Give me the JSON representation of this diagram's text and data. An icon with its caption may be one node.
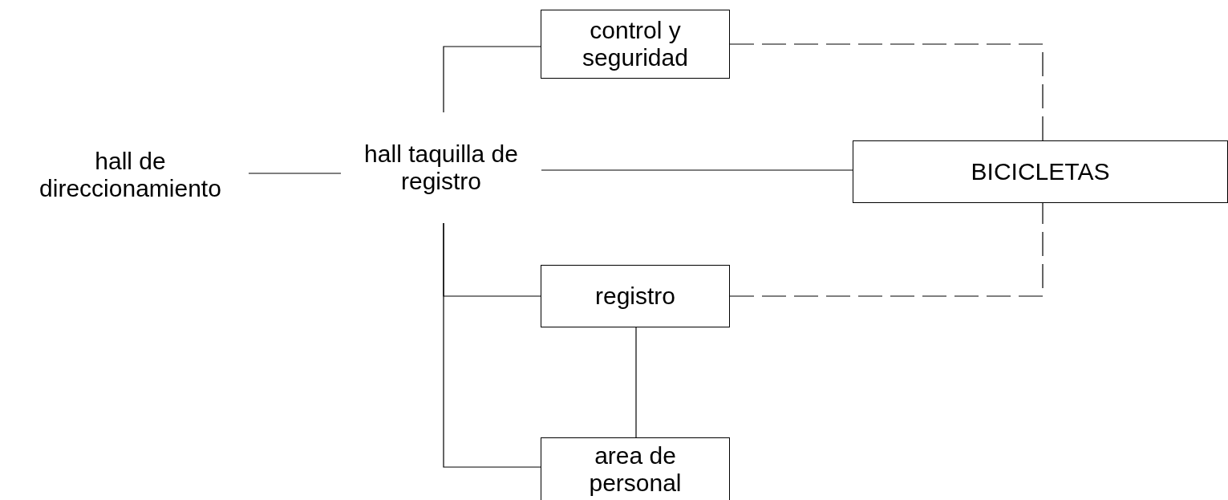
{
  "diagram": {
    "nodes": [
      {
        "text": [
          "hall de direccionamiento"
        ]
      },
      {
        "text": [
          "hall taquilla de registro"
        ]
      },
      {
        "text": [
          "control y seguridad"
        ]
      },
      {
        "text": [
          "BICICLETAS"
        ]
      },
      {
        "text": [
          "registro"
        ]
      },
      {
        "text": [
          "area de personal"
        ]
      }
    ],
    "edges": [
      {
        "from": 0,
        "to": 1,
        "arrow": "none"
      },
      {
        "from": 1,
        "to": 2,
        "arrow": "none"
      },
      {
        "from": 1,
        "to": 3,
        "arrow": "none"
      },
      {
        "from": 1,
        "to": 4,
        "arrow": "none"
      },
      {
        "from": 1,
        "to": 5,
        "arrow": "none"
      },
      {
        "from": 2,
        "to": 3,
        "arrow": "none",
        "style": "dashed"
      },
      {
        "from": 4,
        "to": 3,
        "arrow": "none",
        "style": "dashed"
      },
      {
        "from": 4,
        "to": 5,
        "arrow": "none"
      }
    ]
  }
}
